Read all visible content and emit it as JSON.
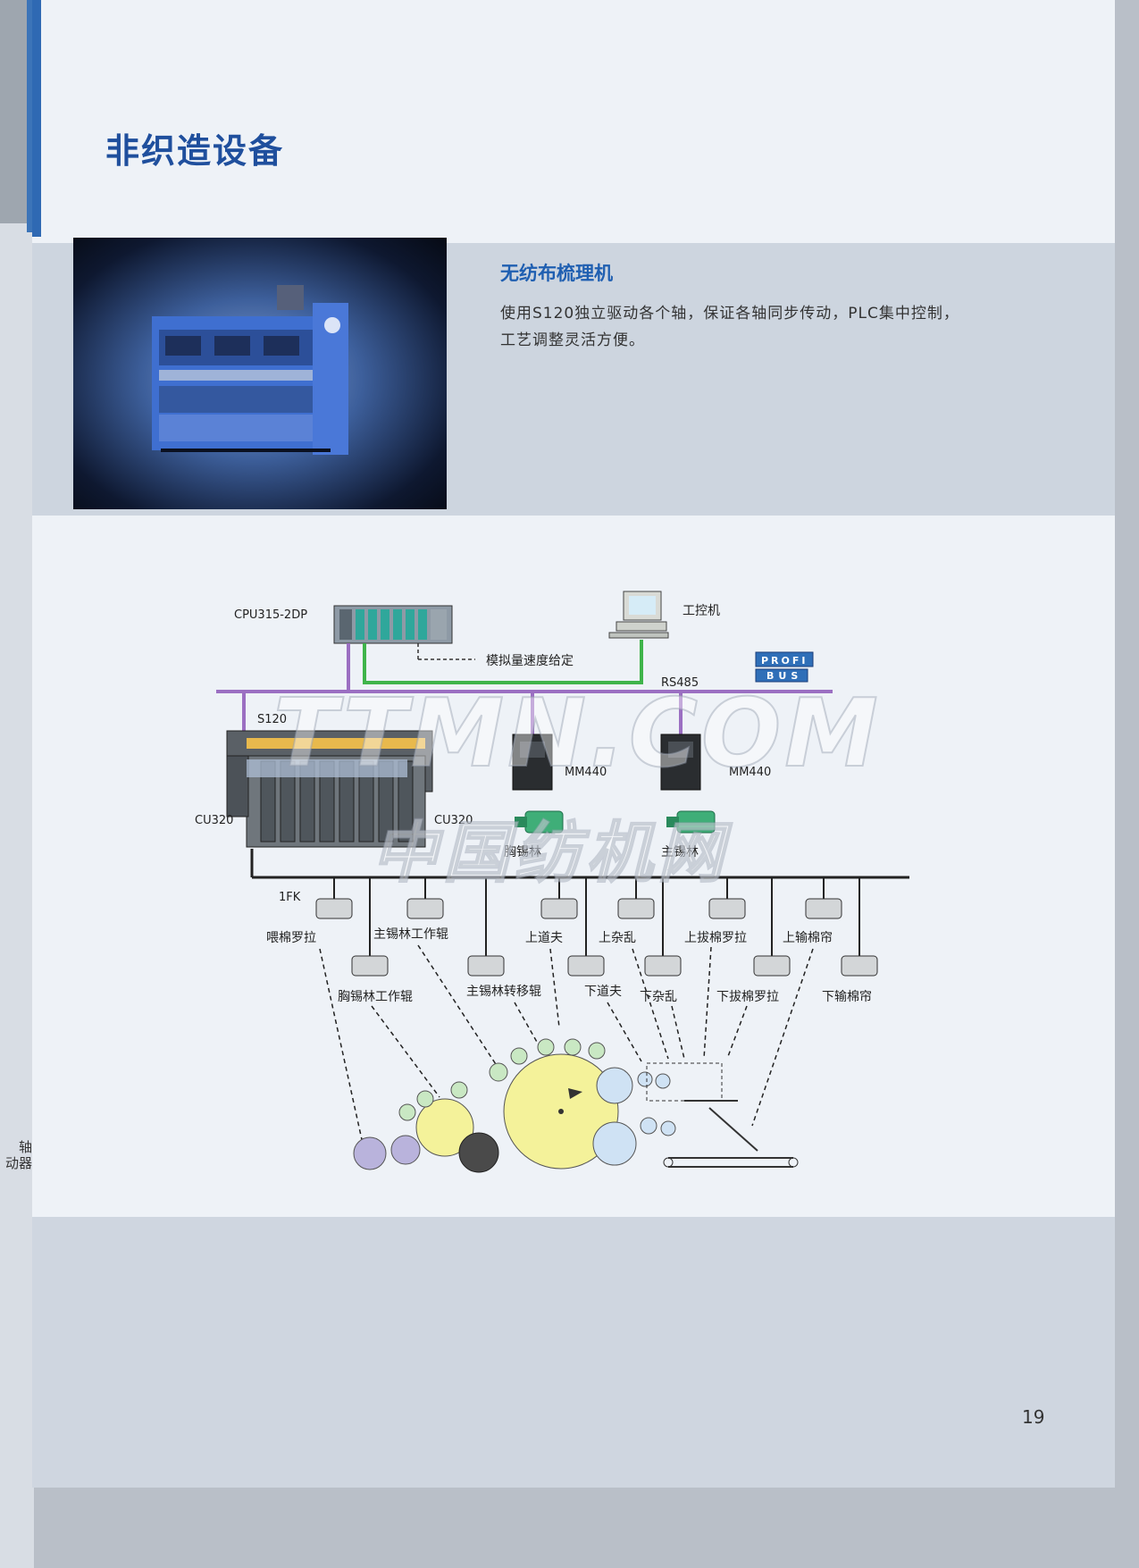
{
  "header": {
    "title": "非织造设备"
  },
  "product": {
    "name": "无纺布梳理机",
    "description": "使用S120独立驱动各个轴，保证各轴同步传动，PLC集中控制，工艺调整灵活方便。"
  },
  "diagram": {
    "cpu_label": "CPU315-2DP",
    "pc_label": "工控机",
    "analog_label": "模拟量速度给定",
    "rs485_label": "RS485",
    "profibus_top": "PROFI",
    "profibus_bottom": "BUS",
    "s120_label": "S120",
    "cu320_left": "CU320",
    "cu320_right": "CU320",
    "mm440_a": "MM440",
    "mm440_b": "MM440",
    "motor_a": "胸锡林",
    "motor_b": "主锡林",
    "fk_label": "1FK",
    "motors": [
      "喂棉罗拉",
      "胸锡林工作辊",
      "主锡林工作辊",
      "主锡林转移辊",
      "上道夫",
      "下道夫",
      "上杂乱",
      "下杂乱",
      "上拔棉罗拉",
      "下拔棉罗拉",
      "上输棉帘",
      "下输棉帘"
    ]
  },
  "watermark": {
    "line1": "TTMN.COM",
    "line2": "中国纺机网"
  },
  "left_page_snippet": [
    "轴",
    "动器"
  ],
  "page_number": "19",
  "colors": {
    "accent": "#1f4f9d",
    "bus_purple": "#9b6fc2",
    "bus_green": "#3fb44a"
  }
}
